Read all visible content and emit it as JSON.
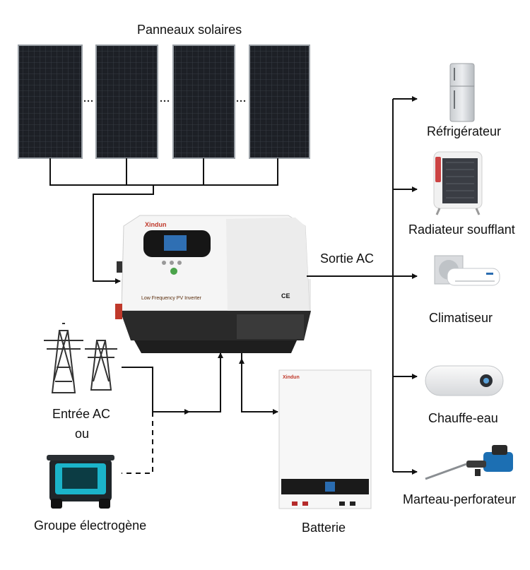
{
  "title": "Panneaux solaires",
  "inverter": {
    "brand": "Xindun",
    "model_label": "Low Frequency PV Inverter",
    "cert_label": "CE"
  },
  "battery_brand": "Xindun",
  "labels": {
    "output": "Sortie AC",
    "grid_line1": "Entrée AC",
    "grid_line2": "ou",
    "generator": "Groupe électrogène",
    "battery": "Batterie"
  },
  "loads": [
    {
      "name": "Réfrigérateur",
      "icon": "fridge-icon"
    },
    {
      "name": "Radiateur soufflant",
      "icon": "heater-icon"
    },
    {
      "name": "Climatiseur",
      "icon": "air-conditioner-icon"
    },
    {
      "name": "Chauffe-eau",
      "icon": "water-heater-icon"
    },
    {
      "name": "Marteau-perforateur",
      "icon": "rotary-hammer-icon"
    }
  ],
  "colors": {
    "line": "#111111",
    "panel": "#1c1f24",
    "inverter_body": "#f4f4f4",
    "inverter_base": "#2a2a2a",
    "generator_accent": "#1bb3c9"
  }
}
